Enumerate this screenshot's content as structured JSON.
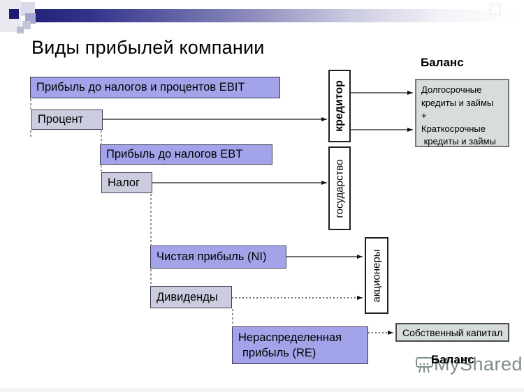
{
  "slide": {
    "title": "Виды прибылей компании",
    "watermark_text": "MyShared"
  },
  "labels": {
    "balance_top": "Баланс",
    "balance_bottom": "Баланс"
  },
  "boxes": {
    "ebit": "Прибыль до налогов и процентов EBIT",
    "percent": "Процент",
    "ebt": "Прибыль до налогов EBT",
    "tax": "Налог",
    "net_income": "Чистая прибыль (NI)",
    "dividends": "Дивиденды",
    "retained_line1": "Нераспределенная",
    "retained_line2": "прибыль (RE)",
    "creditor": "кредитор",
    "state": "государство",
    "shareholders": "акционеры",
    "credits_lines": [
      "Долгосрочные",
      "кредиты и займы",
      "+",
      "Краткосрочные",
      " кредиты и займы"
    ],
    "own_capital": "Собственный капитал"
  },
  "colors": {
    "profit_box_fill": "#a3a3ea",
    "deduction_box_fill": "#ccccdf",
    "balance_box_fill": "#d7dcdc",
    "header_bar_navy": "#22227a",
    "watermark_gray": "#7d8c8c"
  }
}
